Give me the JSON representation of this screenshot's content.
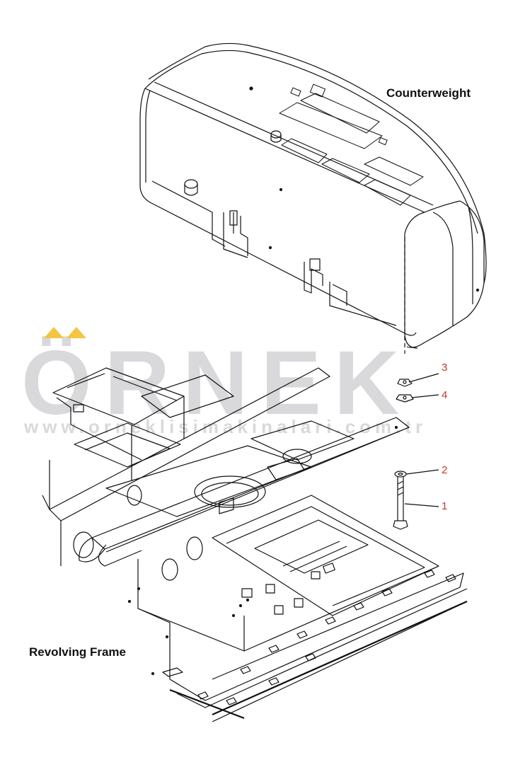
{
  "labels": {
    "counterweight": "Counterweight",
    "revolving_frame": "Revolving Frame"
  },
  "callouts": [
    {
      "id": "3",
      "text": "3"
    },
    {
      "id": "4",
      "text": "4"
    },
    {
      "id": "2",
      "text": "2"
    },
    {
      "id": "1",
      "text": "1"
    }
  ],
  "watermark": {
    "word": "ÖRNEK",
    "url": "www.orneklisimakinalari.com.tr",
    "color": "#d9d9dc",
    "accent": "#f4c542"
  },
  "colors": {
    "line": "#111111",
    "callout": "#c0392b"
  }
}
